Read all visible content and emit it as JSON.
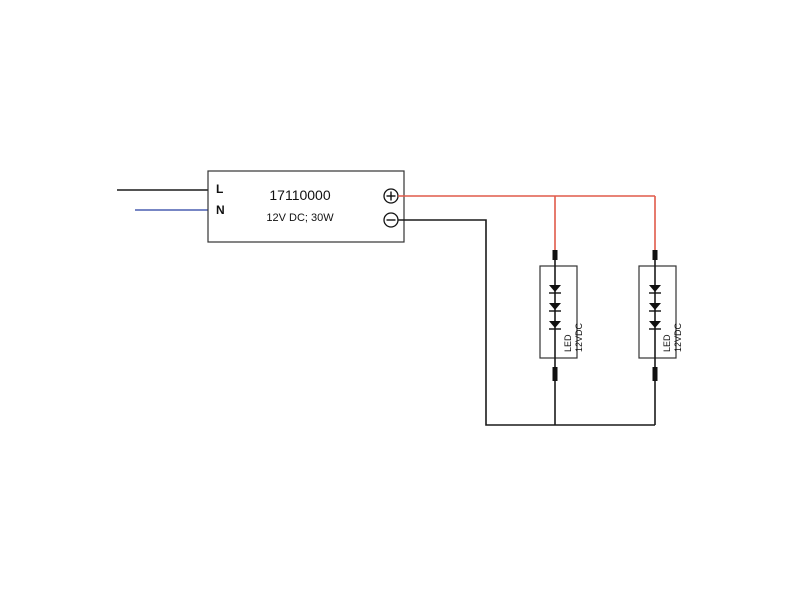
{
  "driver": {
    "model": "17110000",
    "rating": "12V DC; 30W",
    "input_terminals": [
      "L",
      "N"
    ]
  },
  "led_modules": [
    {
      "line1": "LED",
      "line2": "12VDC",
      "diodes": 3
    },
    {
      "line1": "LED",
      "line2": "12VDC",
      "diodes": 3
    }
  ],
  "colors": {
    "live_wire": "#1a1a1a",
    "neutral_wire": "#4a5fb0",
    "positive_wire": "#e05a4a",
    "negative_wire": "#1a1a1a"
  }
}
